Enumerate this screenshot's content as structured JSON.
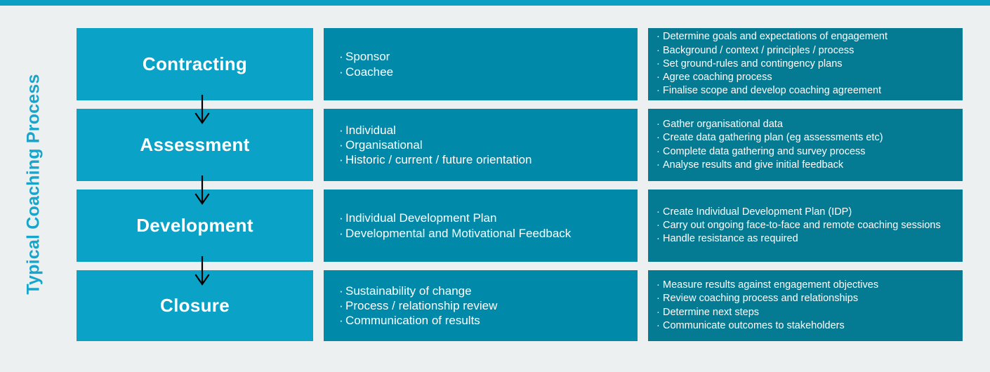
{
  "page": {
    "axis_title": "Typical Coaching Process",
    "accent_color": "#0b9fc4",
    "stage_color": "#0ba2c7",
    "focus_color": "#0089a8",
    "actions_color": "#057a93",
    "background_color": "#ecf0f1",
    "title_color": "#17a5cc"
  },
  "rows": [
    {
      "stage": "Contracting",
      "focus": [
        "Sponsor",
        "Coachee"
      ],
      "actions": [
        "Determine goals and expectations of engagement",
        "Background / context / principles / process",
        "Set ground-rules and contingency plans",
        "Agree coaching process",
        "Finalise scope and develop coaching agreement"
      ]
    },
    {
      "stage": "Assessment",
      "focus": [
        "Individual",
        "Organisational",
        "Historic / current / future orientation"
      ],
      "actions": [
        "Gather organisational data",
        "Create data gathering plan (eg assessments etc)",
        "Complete data gathering and survey process",
        "Analyse results and give initial feedback"
      ]
    },
    {
      "stage": "Development",
      "focus": [
        "Individual Development Plan",
        "Developmental and Motivational Feedback"
      ],
      "actions": [
        "Create Individual Development Plan (IDP)",
        "Carry out ongoing face-to-face and remote coaching sessions",
        "Handle resistance as required"
      ]
    },
    {
      "stage": "Closure",
      "focus": [
        "Sustainability of change",
        "Process / relationship review",
        "Communication of results"
      ],
      "actions": [
        "Measure results against engagement objectives",
        "Review coaching process and relationships",
        "Determine next steps",
        "Communicate outcomes to stakeholders"
      ]
    }
  ],
  "arrows": [
    {
      "name": "arrow-contracting-to-assessment"
    },
    {
      "name": "arrow-assessment-to-development"
    },
    {
      "name": "arrow-development-to-closure"
    }
  ],
  "bullet_glyph": "·"
}
